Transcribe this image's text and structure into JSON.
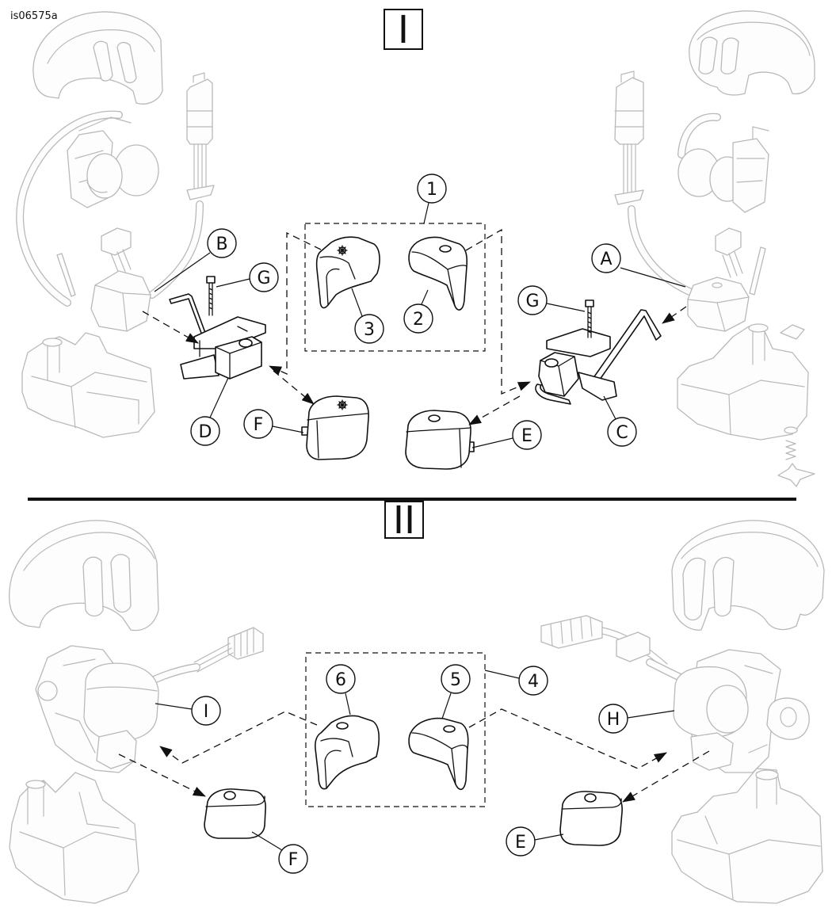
{
  "figure_id": "is06575a",
  "sections": {
    "top_label": "I",
    "bottom_label": "II"
  },
  "top_callouts": {
    "one": "1",
    "two": "2",
    "three": "3",
    "a": "A",
    "b": "B",
    "c": "C",
    "d": "D",
    "e": "E",
    "f": "F",
    "g_left": "G",
    "g_right": "G"
  },
  "bottom_callouts": {
    "four": "4",
    "five": "5",
    "six": "6",
    "h": "H",
    "i": "I",
    "e": "E",
    "f": "F"
  },
  "colors": {
    "line": "#111111",
    "ghost": "#b9b9b9",
    "background": "#ffffff"
  }
}
